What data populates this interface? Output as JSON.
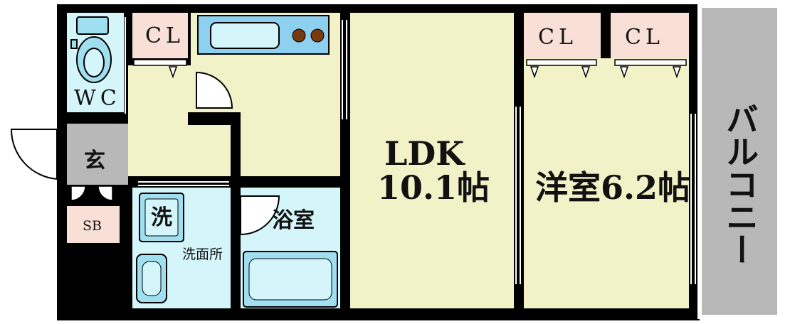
{
  "rooms": {
    "wc": "WC",
    "cl_entry": "CL",
    "cl_bedroom_left": "CL",
    "cl_bedroom_right": "CL",
    "genkan": "玄",
    "shoe_box": "SB",
    "ldk_name": "LDK",
    "ldk_size": "10.1帖",
    "bedroom": "洋室6.2帖",
    "bathroom": "浴室",
    "washroom": "洗面所",
    "washer": "洗",
    "balcony": "バルコニー"
  },
  "colors": {
    "wall": "#000000",
    "room_yellow": "#f2f2c8",
    "water_blue": "#d4f6fb",
    "closet_pink": "#f9e0d6",
    "entry_gray": "#b8b8b8",
    "balcony_gray": "#b8b8b8",
    "fixture_blue": "#9fdff0",
    "kitchen_panel": "#8ed0ef",
    "stove_brown": "#7a3a10"
  }
}
